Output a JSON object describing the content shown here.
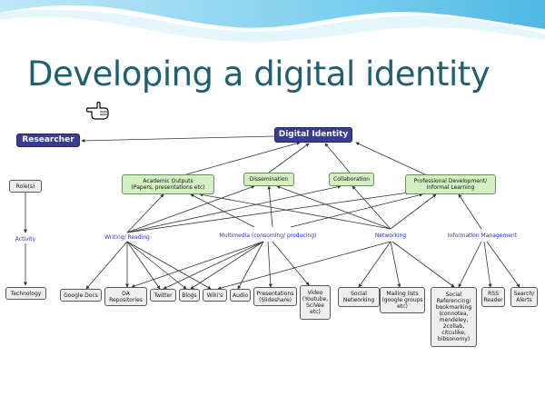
{
  "slide": {
    "title": "Developing a digital identity"
  },
  "nodes": {
    "digital_identity": "Digital Identity",
    "researcher": "Researcher",
    "roles": "Role(s)",
    "activity": "Activity",
    "technology": "Technology",
    "academic_outputs": "Academic Outputs\n(Papers, presentations etc)",
    "dissemination": "Dissemination",
    "collaboration": "Collaboration",
    "professional_development": "Professional Development/\nInformal Learning",
    "writing_reading": "Writing/ Reading",
    "multimedia": "Multimedia (consuming/ producing)",
    "networking": "Networking",
    "information_management": "Information Management",
    "google_docs": "Google Docs",
    "oa_repositories": "OA\nRepositories",
    "twitter": "Twitter",
    "blogs": "Blogs",
    "wikis": "Wiki's",
    "audio": "Audio",
    "presentations": "Presentations\n(Slideshare)",
    "video": "Video\n(Youtube,\nSciVee\netc)",
    "social_networking": "Social\nNetworking",
    "mailing_lists": "Mailing lists\n(google groups\netc)",
    "social_referencing": "Social\nReferencing/\nbookmarking\n(connotea,\nmendeley,\n2collab,\ncitculike,\nbibsonomy)",
    "rss_reader": "RSS\nReader",
    "search_alerts": "Search/\nAlerts"
  },
  "colors": {
    "title": "#1f5f6f",
    "dark_node": "#3a3d8f",
    "green_node": "#d4f0c2",
    "grey_node": "#eeeeee",
    "blue_label": "#2b2bcc",
    "wave": "#5fc3e8"
  }
}
